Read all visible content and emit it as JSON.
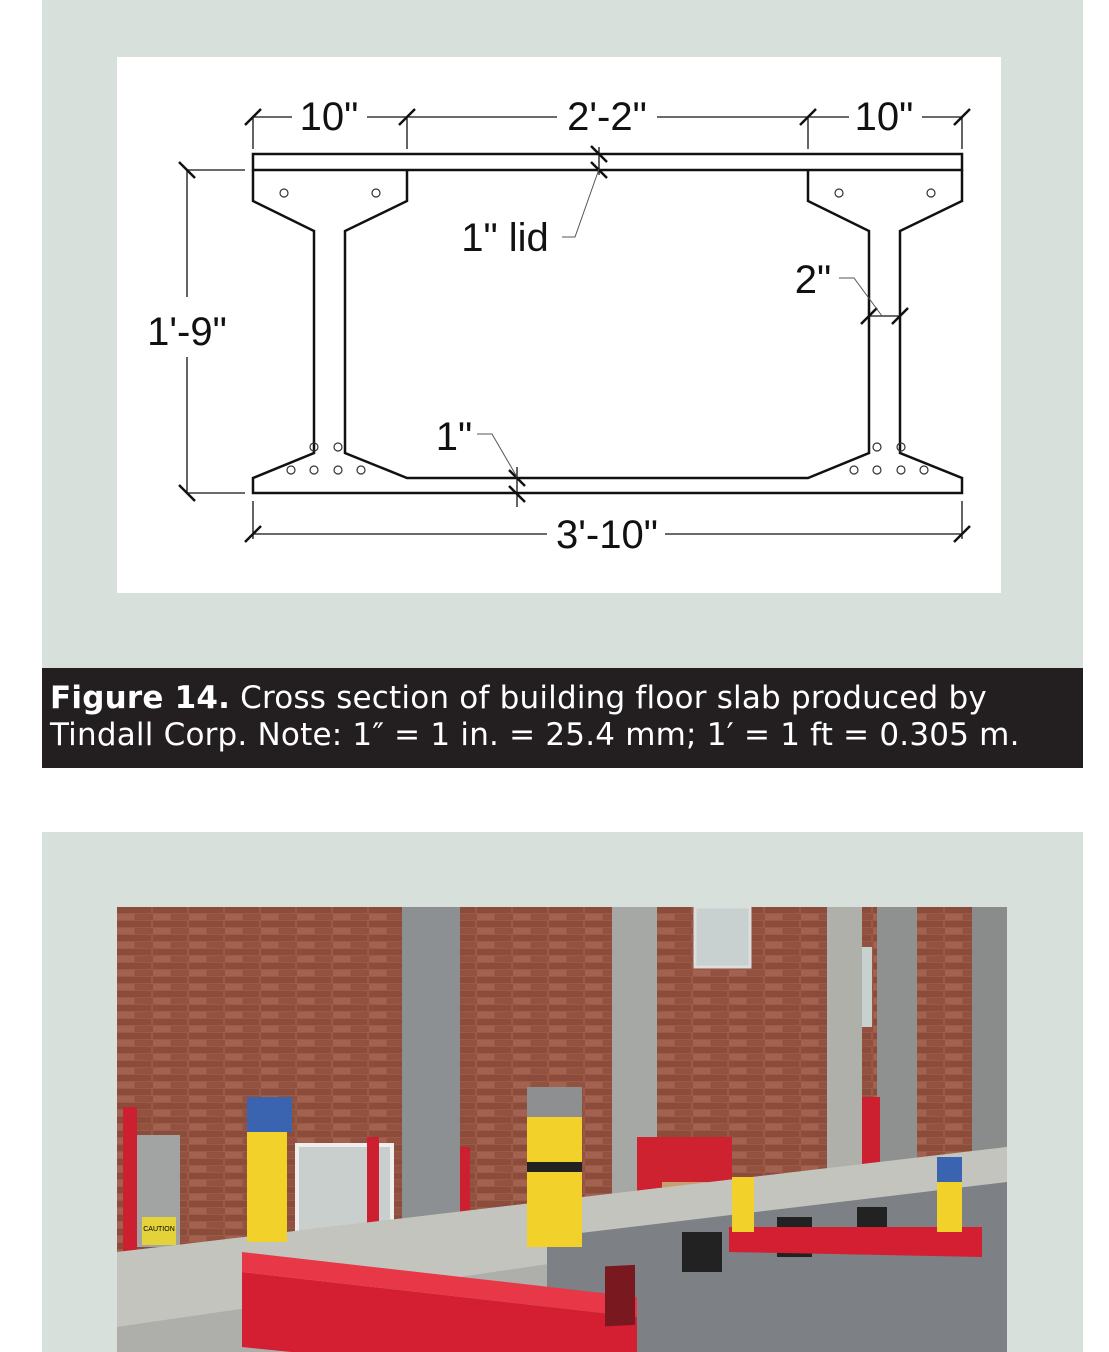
{
  "figure14": {
    "dimensions": {
      "top_left_flange": "10\"",
      "top_middle": "2'-2\"",
      "top_right_flange": "10\"",
      "height": "1'-9\"",
      "lid_label": "1\" lid",
      "web_thickness": "2\"",
      "bottom_thickness": "1\"",
      "overall_width": "3'-10\""
    },
    "caption": {
      "label": "Figure 14.",
      "line1_rest": " Cross section of building floor slab produced by",
      "line2": "Tindall Corp. Note: 1″ = 1 in. = 25.4 mm; 1′  = 1 ft = 0.305 m."
    }
  },
  "photo": {
    "description": "Laboratory test setup: red steel spreader beams with yellow hydraulic jacks on precast floor slab in front of brick wall",
    "caution_sign": "CAUTION"
  },
  "colors": {
    "panel_bg": "#d8e0db",
    "caption_bg": "#231f20",
    "caption_text": "#ffffff"
  }
}
